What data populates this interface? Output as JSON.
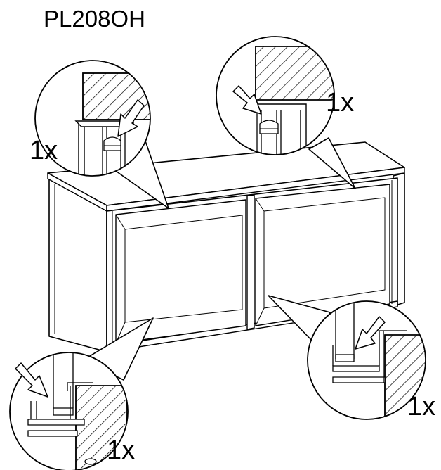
{
  "diagram": {
    "title": "PL208OH",
    "callouts": [
      {
        "id": "top-left",
        "label": "1x"
      },
      {
        "id": "top-right",
        "label": "1x"
      },
      {
        "id": "bottom-left",
        "label": "1x"
      },
      {
        "id": "bottom-right",
        "label": "1x"
      }
    ]
  },
  "colors": {
    "line": "#000000",
    "background": "#ffffff"
  }
}
